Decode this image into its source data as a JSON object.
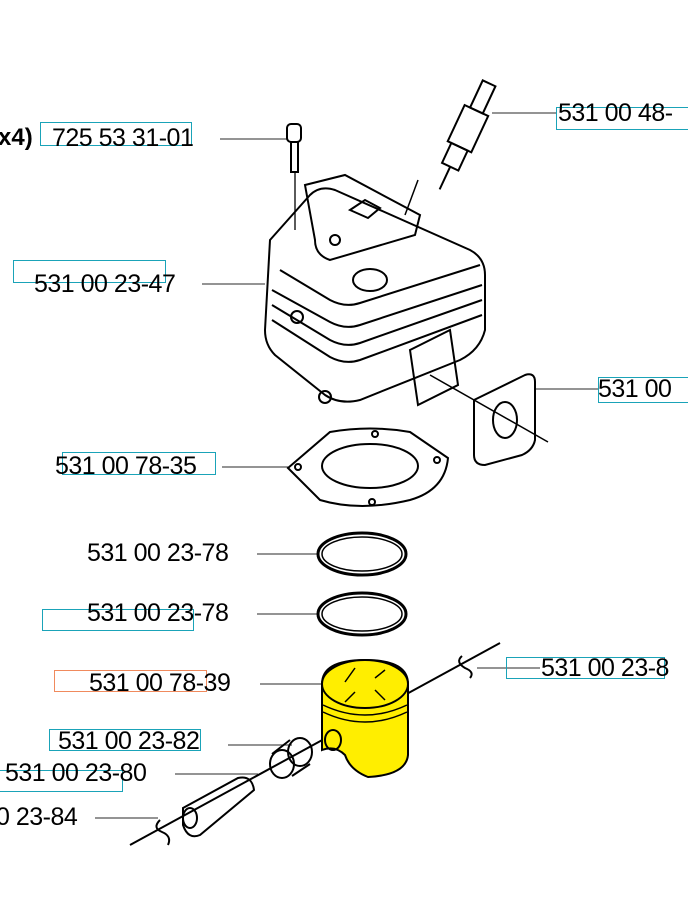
{
  "diagram": {
    "quantity_note": "x4)",
    "parts": [
      {
        "id": "screw",
        "label": "725 53 31-01",
        "highlight": "blue"
      },
      {
        "id": "spark-plug",
        "label": "531 00 48-",
        "highlight": "blue"
      },
      {
        "id": "cylinder",
        "label": "531 00 23-47",
        "highlight": "blue"
      },
      {
        "id": "exhaust-gasket",
        "label": "531 00",
        "highlight": "blue"
      },
      {
        "id": "cylinder-gasket",
        "label": "531 00 78-35",
        "highlight": "blue"
      },
      {
        "id": "piston-ring-1",
        "label": "531 00 23-78",
        "highlight": "none"
      },
      {
        "id": "piston-ring-2",
        "label": "531 00 23-78",
        "highlight": "blue"
      },
      {
        "id": "piston",
        "label": "531 00 78-39",
        "highlight": "orange"
      },
      {
        "id": "circlip-right",
        "label": "531 00 23-8",
        "highlight": "blue"
      },
      {
        "id": "needle-bearing",
        "label": "531 00 23-82",
        "highlight": "blue"
      },
      {
        "id": "piston-pin",
        "label": "531 00 23-80",
        "highlight": "blue"
      },
      {
        "id": "circlip-left",
        "label": "0 23-84",
        "highlight": "none"
      }
    ],
    "colors": {
      "highlight_blue": "#1aa3b8",
      "highlight_orange": "#f08a5d",
      "selected_part": "#ffee00"
    }
  }
}
